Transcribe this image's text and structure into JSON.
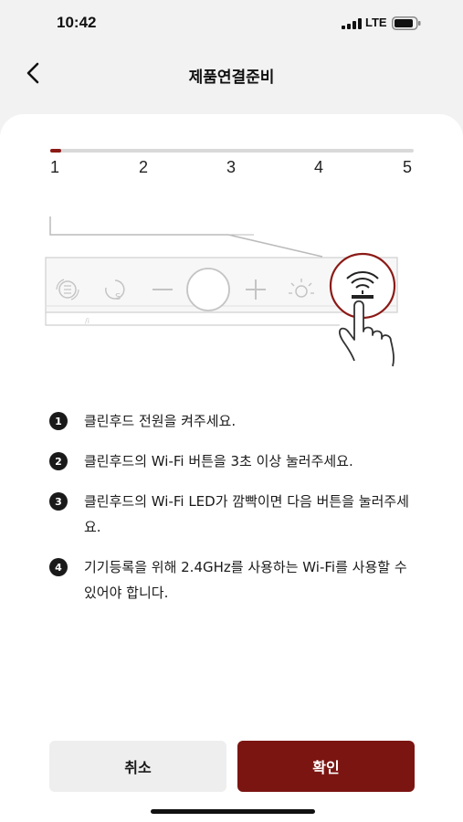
{
  "status_bar": {
    "time": "10:42",
    "network": "LTE"
  },
  "header": {
    "title": "제품연결준비"
  },
  "progress": {
    "current_step": 1,
    "total_steps": 5,
    "fraction": 0.03,
    "steps": [
      "1",
      "2",
      "3",
      "4",
      "5"
    ]
  },
  "instructions": [
    {
      "badge": "1",
      "text": "클린후드 전원을 켜주세요."
    },
    {
      "badge": "2",
      "text": "클린후드의 Wi-Fi 버튼을 3초 이상 눌러주세요."
    },
    {
      "badge": "3",
      "text": "클린후드의 Wi-Fi LED가 깜빡이면 다음 버튼을 눌러주세요."
    },
    {
      "badge": "4",
      "text": "기기등록을 위해 2.4GHz를 사용하는 Wi-Fi를 사용할 수 있어야 합니다."
    }
  ],
  "buttons": {
    "cancel": "취소",
    "confirm": "확인"
  },
  "colors": {
    "accent": "#7b1512",
    "background": "#f2f2f2",
    "card": "#ffffff"
  }
}
